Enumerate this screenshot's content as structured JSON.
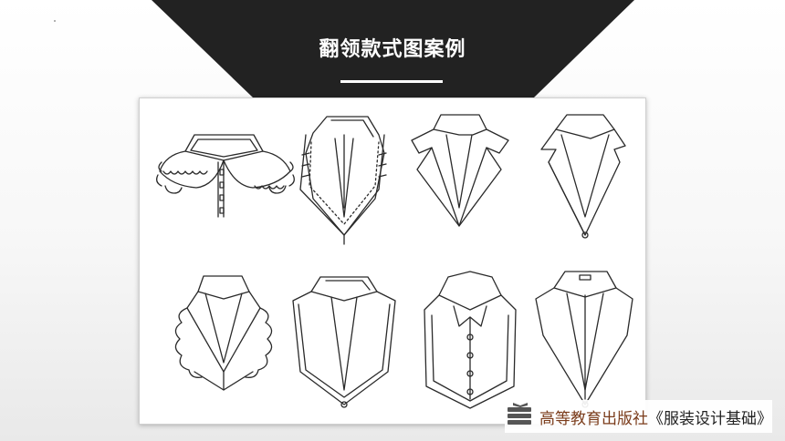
{
  "slide": {
    "title": "翻领款式图案例"
  },
  "footer": {
    "publisher": "高等教育出版社",
    "book_title": "《服装设计基础》"
  },
  "collars": [
    {
      "id": "collar-1",
      "icon": "ruffle-round-collar"
    },
    {
      "id": "collar-2",
      "icon": "stitched-shawl-collar"
    },
    {
      "id": "collar-3",
      "icon": "notched-lapel-collar"
    },
    {
      "id": "collar-4",
      "icon": "notched-lapel-collar-button"
    },
    {
      "id": "collar-5",
      "icon": "ruffle-shawl-collar"
    },
    {
      "id": "collar-6",
      "icon": "double-line-wide-collar"
    },
    {
      "id": "collar-7",
      "icon": "double-breasted-shirt-collar"
    },
    {
      "id": "collar-8",
      "icon": "long-pointed-collar"
    }
  ],
  "colors": {
    "header": "#222222",
    "line": "#2a2a2a",
    "publisher": "#7a3b1a"
  }
}
